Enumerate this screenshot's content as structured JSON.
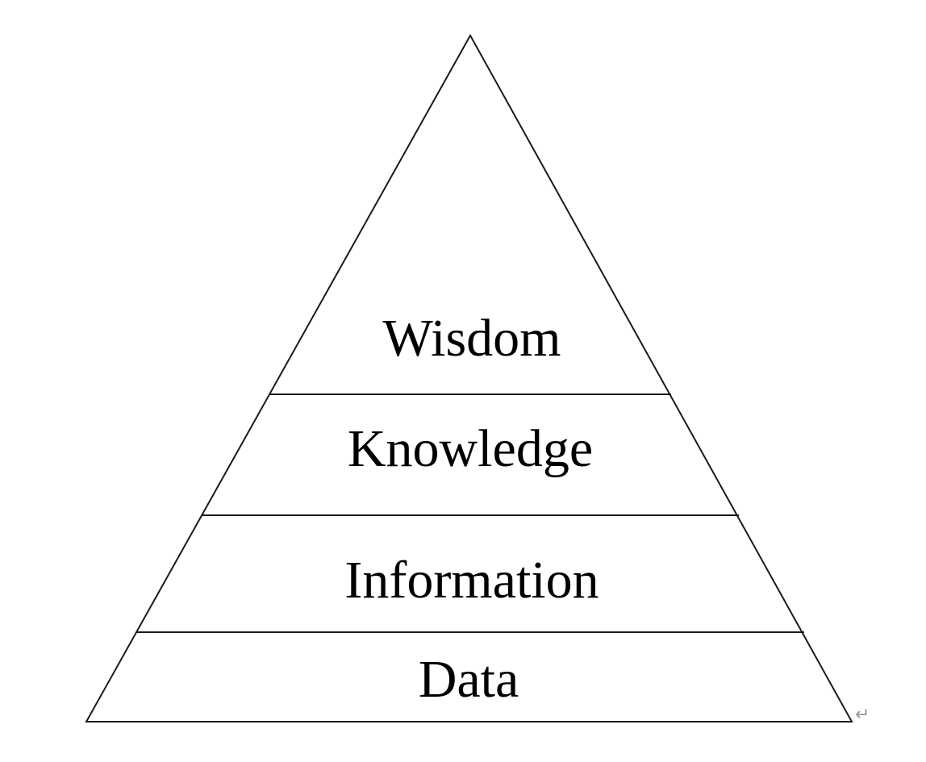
{
  "diagram": {
    "type": "pyramid",
    "levels": [
      {
        "label": "Wisdom"
      },
      {
        "label": "Knowledge"
      },
      {
        "label": "Information"
      },
      {
        "label": "Data"
      }
    ],
    "line_color": "#1a1a1a",
    "fill_color": "#ffffff",
    "paragraph_mark": "↵"
  }
}
